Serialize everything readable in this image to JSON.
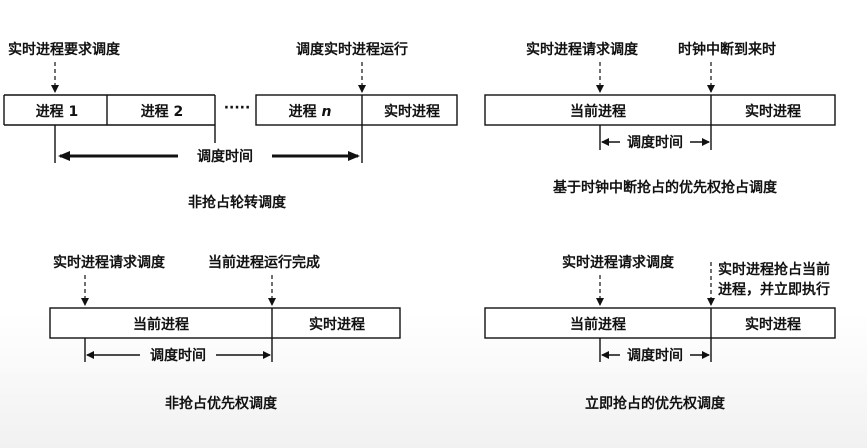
{
  "d1": {
    "top_left": "实时进程要求调度",
    "top_right": "调度实时进程运行",
    "proc1": "进程 1",
    "proc2": "进程 2",
    "dots": "·····",
    "procn_prefix": "进程 ",
    "procn_n": "n",
    "realtime": "实时进程",
    "span": "调度时间",
    "caption": "非抢占轮转调度"
  },
  "d2": {
    "top_left": "实时进程请求调度",
    "top_right": "时钟中断到来时",
    "current": "当前进程",
    "realtime": "实时进程",
    "span": "调度时间",
    "caption": "基于时钟中断抢占的优先权抢占调度"
  },
  "d3": {
    "top_left": "实时进程请求调度",
    "top_right": "当前进程运行完成",
    "current": "当前进程",
    "realtime": "实时进程",
    "span": "调度时间",
    "caption": "非抢占优先权调度"
  },
  "d4": {
    "top_left": "实时进程请求调度",
    "top_right_line1": "实时进程抢占当前",
    "top_right_line2": "进程，并立即执行",
    "current": "当前进程",
    "realtime": "实时进程",
    "span": "调度时间",
    "caption": "立即抢占的优先权调度"
  }
}
